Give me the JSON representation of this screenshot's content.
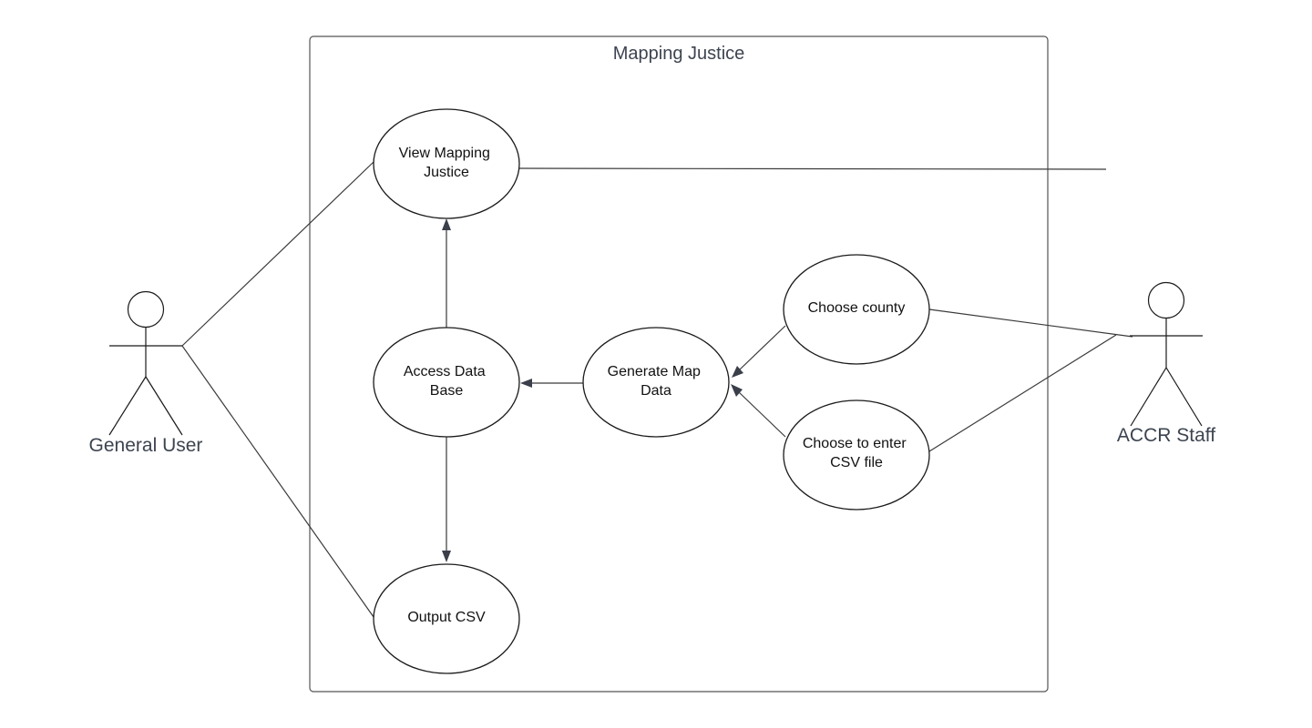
{
  "system": {
    "title": "Mapping Justice"
  },
  "actors": {
    "general_user": "General User",
    "accr_staff": "ACCR Staff"
  },
  "use_cases": {
    "view_mapping_justice": [
      "View Mapping",
      "Justice"
    ],
    "access_data_base": [
      "Access Data",
      "Base"
    ],
    "generate_map_data": [
      "Generate Map",
      "Data"
    ],
    "choose_county": [
      "Choose county"
    ],
    "choose_csv": [
      "Choose to enter",
      "CSV file"
    ],
    "output_csv": [
      "Output CSV"
    ]
  },
  "colors": {
    "line": "#3a3a3a",
    "arrowhead": "#3a3f4a",
    "title_text": "#3d4450"
  }
}
